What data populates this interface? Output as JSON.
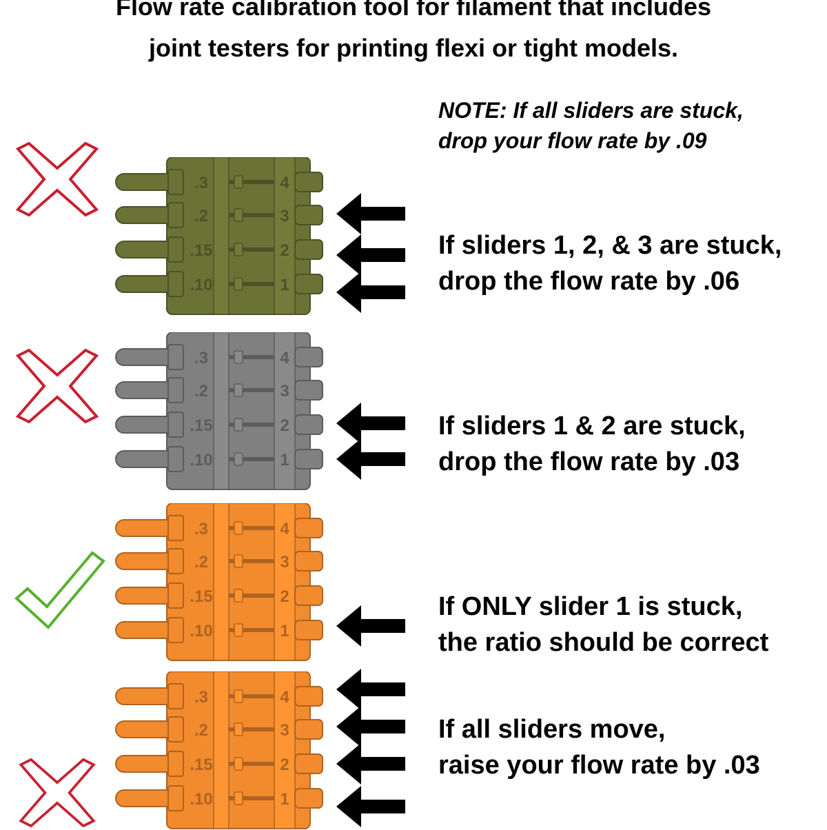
{
  "header": {
    "line1": "Flow rate calibration tool for filament that includes",
    "line2": "joint testers for printing flexi or tight models."
  },
  "note": {
    "line1": "NOTE: If all sliders are stuck,",
    "line2": "drop your flow rate by .09"
  },
  "rows": [
    {
      "color": "#6b7236",
      "line1": "If sliders 1, 2, & 3 are stuck,",
      "line2": "drop the flow rate by .06",
      "result": "x-mark-icon",
      "labels_left": [
        ".3",
        ".2",
        ".15",
        ".10"
      ],
      "labels_right": [
        "4",
        "3",
        "2",
        "1"
      ]
    },
    {
      "color": "#808080",
      "line1": "If sliders 1 & 2 are stuck,",
      "line2": "drop the flow rate by .03",
      "result": "x-mark-icon",
      "labels_left": [
        ".3",
        ".2",
        ".15",
        ".10"
      ],
      "labels_right": [
        "4",
        "3",
        "2",
        "1"
      ]
    },
    {
      "color": "#f28a2e",
      "line1": "If ONLY slider 1 is stuck,",
      "line2": "the ratio should be correct",
      "result": "check-mark-icon",
      "labels_left": [
        ".3",
        ".2",
        ".15",
        ".10"
      ],
      "labels_right": [
        "4",
        "3",
        "2",
        "1"
      ]
    },
    {
      "color": "#f28a2e",
      "line1": "If all sliders move,",
      "line2": "raise your flow rate by .03",
      "result": "x-mark-icon",
      "labels_left": [
        ".3",
        ".2",
        ".15",
        ".10"
      ],
      "labels_right": [
        "4",
        "3",
        "2",
        "1"
      ]
    }
  ],
  "colors": {
    "x_mark": "#c8202f",
    "check_mark": "#58b030",
    "arrow": "#000000"
  }
}
